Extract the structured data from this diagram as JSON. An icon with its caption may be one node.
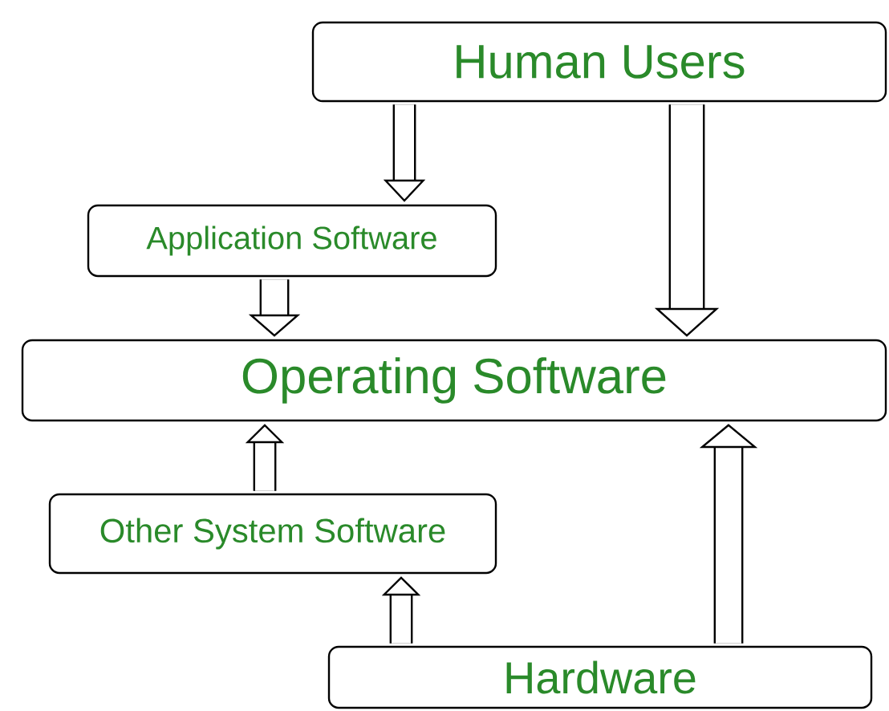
{
  "diagram": {
    "nodes": [
      {
        "text": [
          "Human Users"
        ]
      },
      {
        "text": [
          "Application Software"
        ]
      },
      {
        "text": [
          "Operating Software"
        ]
      },
      {
        "text": [
          "Other System Software"
        ]
      },
      {
        "text": [
          "Hardware"
        ]
      }
    ],
    "edges": [
      {
        "from": 0,
        "to": 1,
        "arrow": "to"
      },
      {
        "from": 0,
        "to": 2,
        "arrow": "to"
      },
      {
        "from": 1,
        "to": 2,
        "arrow": "to"
      },
      {
        "from": 3,
        "to": 2,
        "arrow": "to"
      },
      {
        "from": 4,
        "to": 3,
        "arrow": "to"
      },
      {
        "from": 4,
        "to": 2,
        "arrow": "to"
      }
    ]
  }
}
